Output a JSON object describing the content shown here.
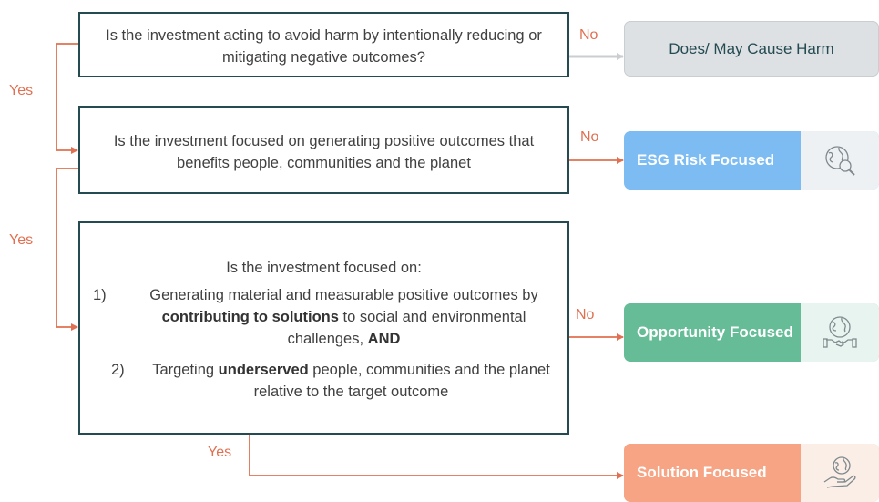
{
  "questions": {
    "q1": "Is the investment acting to avoid harm by intentionally reducing or mitigating negative outcomes?",
    "q2": "Is the investment focused on generating positive outcomes that benefits people, communities and the planet",
    "q3": {
      "intro": "Is the investment focused on:",
      "item1": {
        "num": "1)",
        "pre": "Generating material and measurable positive outcomes by ",
        "bold1": "contributing to solutions",
        "mid": " to social and environmental challenges, ",
        "bold2": "AND"
      },
      "item2": {
        "num": "2)",
        "pre": "Targeting ",
        "bold": "underserved",
        "post": " people, communities and the planet relative to the target outcome"
      }
    }
  },
  "labels": {
    "no_1": "No",
    "no_2": "No",
    "no_3": "No",
    "yes_1": "Yes",
    "yes_2": "Yes",
    "yes_3": "Yes"
  },
  "outcomes": {
    "harm": "Does/ May Cause Harm",
    "esg": "ESG Risk Focused",
    "opportunity": "Opportunity Focused",
    "solution": "Solution Focused"
  },
  "icons": {
    "esg": "globe-magnifier-icon",
    "opportunity": "globe-handshake-icon",
    "solution": "globe-in-hand-icon"
  },
  "colors": {
    "box_border": "#244a52",
    "connector": "#e07051",
    "harm_fill": "#dde1e3",
    "esg_fill": "#7dbcf3",
    "opportunity_fill": "#67bc98",
    "solution_fill": "#f6a484"
  }
}
